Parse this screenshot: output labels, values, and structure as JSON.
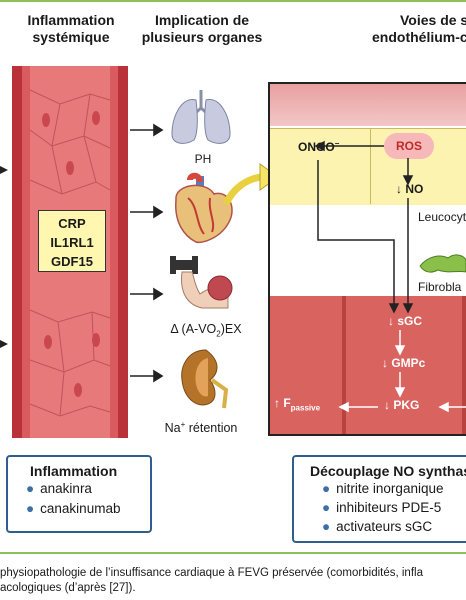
{
  "headers": {
    "col1": [
      "Inflammation",
      "systémique"
    ],
    "col2": [
      "Implication de",
      "plusieurs organes"
    ],
    "col3": [
      "Voies de s",
      "endothélium-c"
    ]
  },
  "biomarkers": [
    "CRP",
    "IL1RL1",
    "GDF15"
  ],
  "organs": {
    "lung": "PH",
    "muscle_prefix": "Δ (A-VO",
    "muscle_sub": "2",
    "muscle_suffix": ")EX",
    "kidney_prefix": "Na",
    "kidney_sup": "+",
    "kidney_suffix": " rétention"
  },
  "pathway": {
    "onoo": "ONOO",
    "onoo_sup": "−",
    "ros": "ROS",
    "no": "↓ NO",
    "leucocytes": "Leucocyt",
    "fibroblast": "Fibrobla",
    "sgc": "↓ sGC",
    "gmpc": "↓ GMPc",
    "pkg": "↓ PKG",
    "fpassive_prefix": "↑ F",
    "fpassive_sub": "passive"
  },
  "box_inflammation": {
    "title": "Inflammation",
    "items": [
      "anakinra",
      "canakinumab"
    ]
  },
  "box_no": {
    "title": "Découplage NO synthas",
    "items": [
      "nitrite inorganique",
      "inhibiteurs PDE-5",
      "activateurs sGC"
    ]
  },
  "caption": {
    "line1": " physiopathologie de l’insuffisance cardiaque à FEVG préservée (comorbidités, infla",
    "line2": "acologiques (d’après [27])."
  },
  "colors": {
    "frame_green": "#8dbf54",
    "vessel_red": "#c0383f",
    "biomarker_bg": "#fff7b0",
    "box_border": "#2e5e8e",
    "bullet_blue": "#3c6fa6"
  }
}
